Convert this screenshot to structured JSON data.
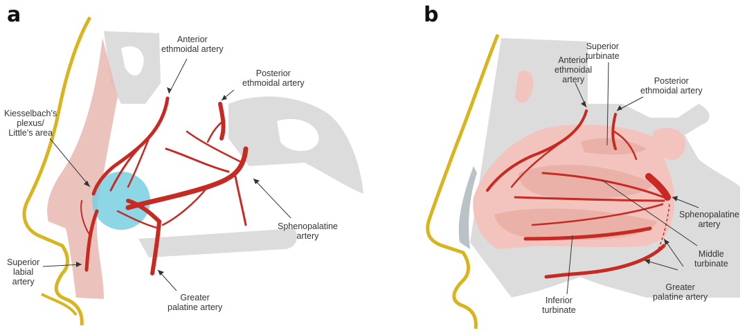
{
  "panels": [
    {
      "letter": "a",
      "labels": {
        "anterior_ethmoidal": [
          "Anterior",
          "ethmoidal artery"
        ],
        "posterior_ethmoidal": [
          "Posterior",
          "ethmoidal artery"
        ],
        "kiesselbach": [
          "Kiesselbach’s",
          "plexus/",
          "Little’s area"
        ],
        "sphenopalatine": [
          "Sphenopalatine",
          "artery"
        ],
        "superior_labial": [
          "Superior",
          "labial",
          "artery"
        ],
        "greater_palatine": [
          "Greater",
          "palatine artery"
        ]
      }
    },
    {
      "letter": "b",
      "labels": {
        "superior_turbinate": [
          "Superior",
          "turbinate"
        ],
        "anterior_ethmoidal": [
          "Anterior",
          "ethmoidal",
          "artery"
        ],
        "posterior_ethmoidal": [
          "Posterior",
          "ethmoidal artery"
        ],
        "sphenopalatine": [
          "Sphenopalatine",
          "artery"
        ],
        "middle_turbinate": [
          "Middle",
          "turbinate"
        ],
        "greater_palatine": [
          "Greater",
          "palatine artery"
        ],
        "inferior_turbinate": [
          "Inferior",
          "turbinate"
        ]
      }
    }
  ],
  "colors": {
    "artery": "#c62a22",
    "skin_outline": "#d8b41e",
    "bone": "#dcdcdc",
    "mucosa": "#f2c4bd",
    "septum_cartilage": "#e8b9b0",
    "plexus": "#79cfe0",
    "leader_line": "#333333"
  }
}
